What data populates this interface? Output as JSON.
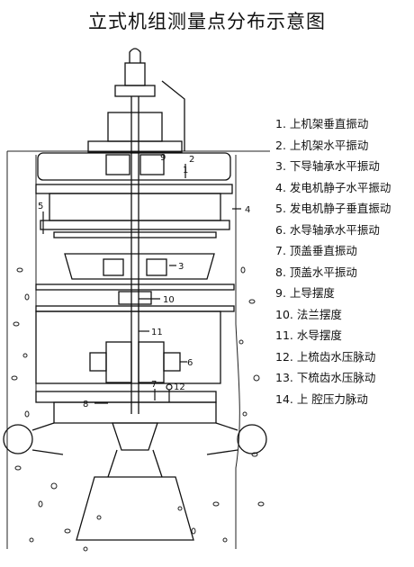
{
  "title": "立式机组测量点分布示意图",
  "legend": [
    "1. 上机架垂直振动",
    "2. 上机架水平振动",
    "3. 下导轴承水平振动",
    "4. 发电机静子水平振动",
    "5. 发电机静子垂直振动",
    "6. 水导轴承水平振动",
    "7. 顶盖垂直振动",
    "8. 顶盖水平振动",
    "9. 上导摆度",
    "10. 法兰摆度",
    "11. 水导摆度",
    "12. 上梳齿水压脉动",
    "13. 下梳齿水压脉动",
    "14. 上  腔压力脉动"
  ],
  "point_labels": [
    "1",
    "2",
    "3",
    "4",
    "5",
    "6",
    "7",
    "8",
    "9",
    "10",
    "11",
    "12"
  ]
}
